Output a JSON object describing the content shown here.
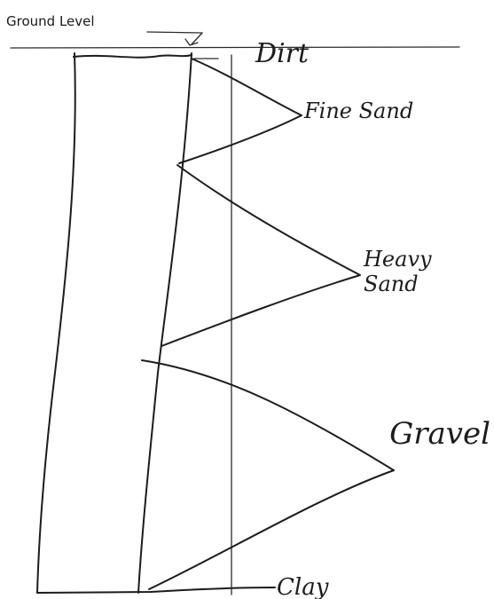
{
  "labels": {
    "ground_level": "Ground Level",
    "dirt": "Dirt",
    "fine_sand": "Fine Sand",
    "heavy_sand": "Heavy Sand",
    "gravel": "Gravel",
    "clay": "Clay"
  }
}
